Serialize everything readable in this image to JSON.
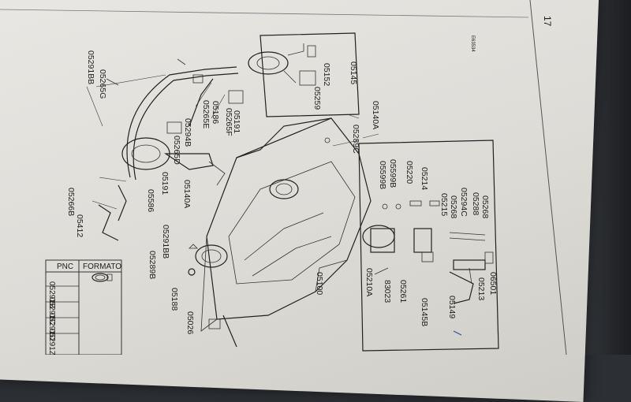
{
  "table": {
    "header_pnc": "PNC",
    "header_formato": "FORMATO",
    "rows": [
      "05291B",
      "05291C",
      "05291D",
      "05291Z"
    ]
  },
  "page_marker": "17",
  "stamp": "E63534",
  "labels": {
    "p05291BB_top": "05291BB",
    "p05265G": "05265G",
    "p05294B": "05294B",
    "p05265D": "05265D",
    "p05265E": "05265E",
    "p05186": "05186",
    "p05265F": "05265F",
    "p05191_top": "05191",
    "p05259": "05259",
    "p05152": "05152",
    "p05145": "05145",
    "p05289C": "05289C",
    "p05140A_right": "05140A",
    "p05266B": "05266B",
    "p05412": "05412",
    "p05586": "05586",
    "p05191": "05191",
    "p05140A": "05140A",
    "p05599B_1": "05599B",
    "p05599B_2": "05599B",
    "p05220": "05220",
    "p05214": "05214",
    "p05215": "05215",
    "p05268_1": "05268",
    "p05294C": "05294C",
    "p05288": "05288",
    "p05289B": "05289B",
    "p05291BB": "05291BB",
    "p05188": "05188",
    "p05026": "05026",
    "p05100": "05100",
    "p05210A": "05210A",
    "p83023": "83023",
    "p05261": "05261",
    "p05145B": "05145B",
    "p05149": "05149",
    "p05213": "05213",
    "p06501": "06501",
    "p05268_2": "05268"
  }
}
